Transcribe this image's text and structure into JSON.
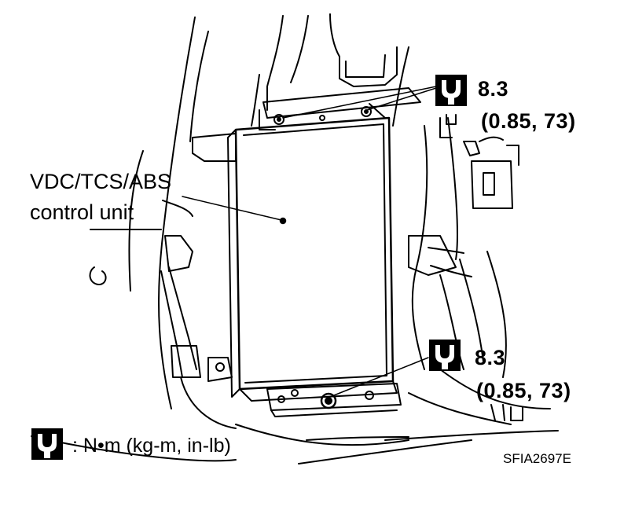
{
  "part_label": {
    "line1": "VDC/TCS/ABS",
    "line2": "control unit"
  },
  "torque_top": {
    "value": "8.3",
    "sub": "(0.85,  73)",
    "icon": "torque-wrench-icon"
  },
  "torque_bottom": {
    "value": "8.3",
    "sub": "(0.85,  73)",
    "icon": "torque-wrench-icon"
  },
  "legend": {
    "icon": "torque-wrench-icon",
    "text": ": N•m  (kg-m,  in-lb)"
  },
  "figure_code": "SFIA2697E"
}
